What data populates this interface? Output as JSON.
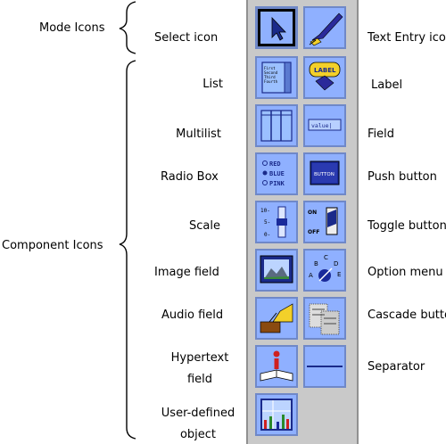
{
  "groups": {
    "mode": "Mode Icons",
    "component": "Component Icons"
  },
  "left_labels": {
    "select": "Select icon",
    "list": "List",
    "multilist": "Multilist",
    "radio_box": "Radio Box",
    "scale": "Scale",
    "image_field": "Image field",
    "audio_field": "Audio field",
    "hypertext_1": "Hypertext",
    "hypertext_2": "field",
    "user_def_1": "User-defined",
    "user_def_2": "object"
  },
  "right_labels": {
    "text_entry": "Text Entry icon",
    "label": "Label",
    "field": "Field",
    "push_button": "Push button",
    "toggle_button": "Toggle button",
    "option_menu": "Option menu",
    "cascade_button": "Cascade button",
    "separator": "Separator"
  },
  "icon_text": {
    "list_lines": [
      "First",
      "Second",
      "Third",
      "Fourth"
    ],
    "label_tag": "LABEL",
    "field_value": "value|",
    "radio_options": [
      "RED",
      "BLUE",
      "PINK"
    ],
    "push_button": "BUTTON",
    "scale_ticks": [
      "10-",
      "5-",
      "0-"
    ],
    "toggle_on": "ON",
    "toggle_off": "OFF",
    "option_letters": [
      "A",
      "B",
      "C",
      "D",
      "E"
    ]
  },
  "colors": {
    "tile": "#8fb0ff",
    "tile_border": "#6f88c8",
    "palette": "#c9c9c9"
  }
}
